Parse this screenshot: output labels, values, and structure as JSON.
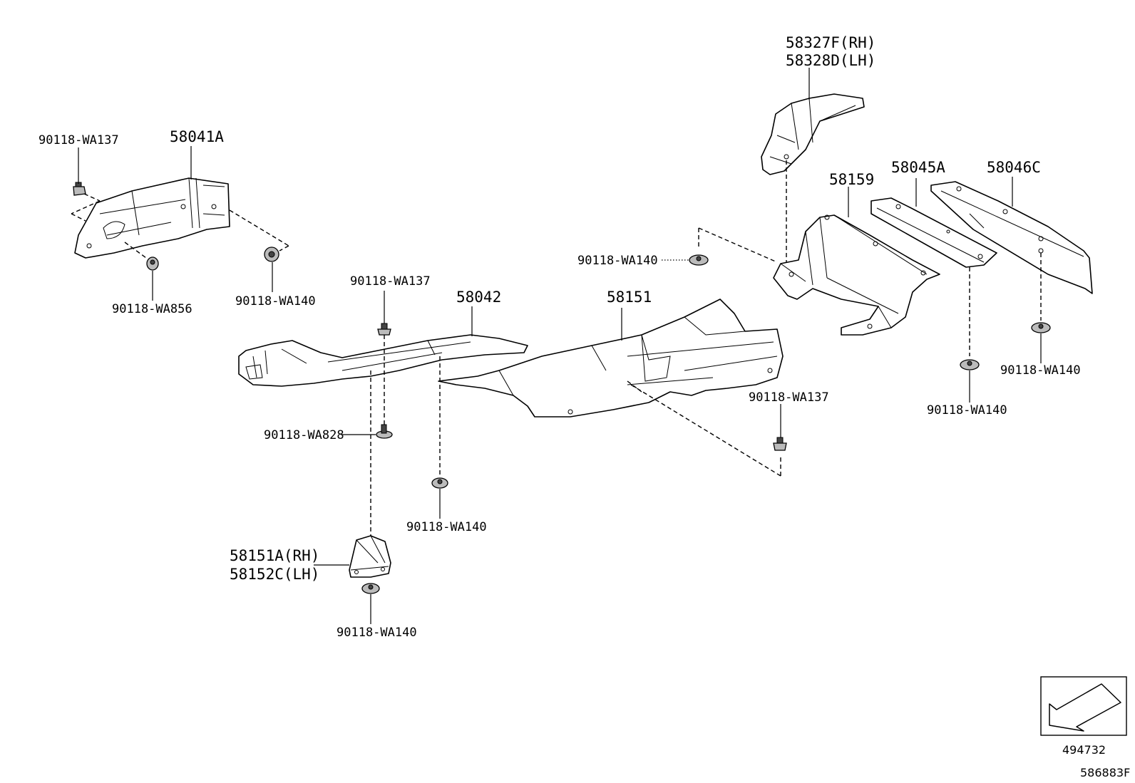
{
  "labels": {
    "p58041A": "58041A",
    "p90118_WA137_a": "90118-WA137",
    "p90118_WA856": "90118-WA856",
    "p90118_WA140_a": "90118-WA140",
    "p90118_WA137_b": "90118-WA137",
    "p58042": "58042",
    "p58151": "58151",
    "p90118_WA828": "90118-WA828",
    "p90118_WA140_b": "90118-WA140",
    "p58151A": "58151A(RH)",
    "p58152C": "58152C(LH)",
    "p90118_WA140_c": "90118-WA140",
    "p58327F": "58327F(RH)",
    "p58328D": "58328D(LH)",
    "p90118_WA140_d": "90118-WA140",
    "p58159": "58159",
    "p58045A": "58045A",
    "p58046C": "58046C",
    "p90118_WA137_c": "90118-WA137",
    "p90118_WA140_e": "90118-WA140",
    "p90118_WA140_f": "90118-WA140"
  },
  "footer": {
    "ref_number": "494732",
    "diagram_code": "586883F"
  },
  "icons": {
    "front_indicator": "front-arrow-icon"
  }
}
